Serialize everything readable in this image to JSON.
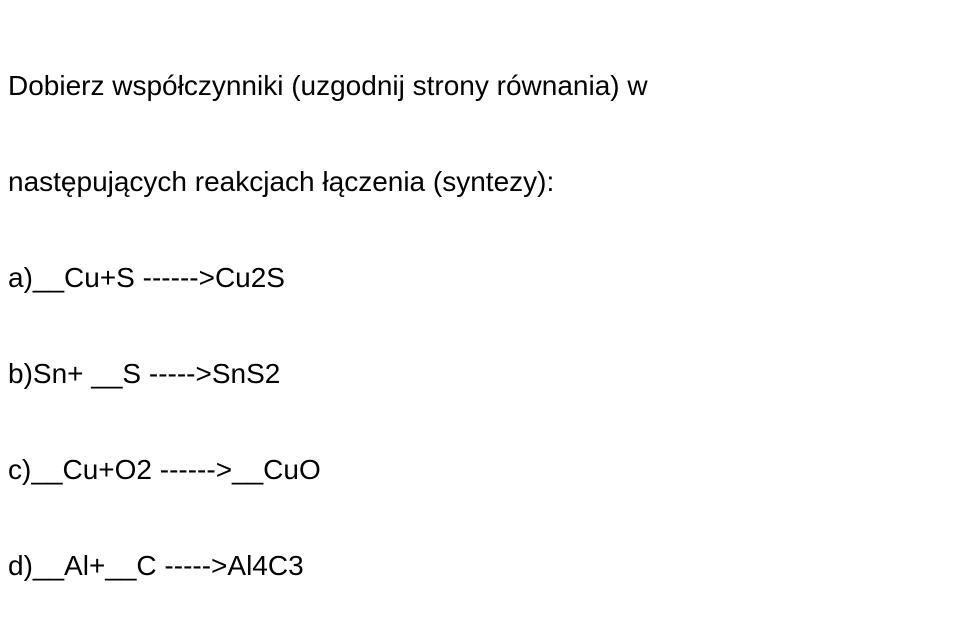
{
  "document": {
    "lines": [
      "Dobierz współczynniki (uzgodnij strony równania) w",
      "następujących reakcjach łączenia (syntezy):",
      "a)__Cu+S ------>Cu2S",
      "b)Sn+ __S ----->SnS2",
      "c)__Cu+O2 ------>__CuO",
      "d)__Al+__C ----->Al4C3"
    ]
  }
}
